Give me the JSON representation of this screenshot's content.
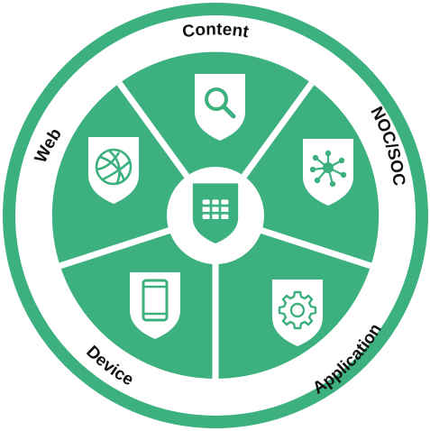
{
  "colors": {
    "green": "#3db07f",
    "dark": "#111111",
    "white": "#ffffff"
  },
  "ring_labels": {
    "top": "Content",
    "right": "NOC/SOC",
    "left": "Web",
    "bottom_left": "Device",
    "bottom_right": "Application"
  },
  "segments": [
    {
      "icon": "magnifier-icon"
    },
    {
      "icon": "network-hub-icon"
    },
    {
      "icon": "gear-icon"
    },
    {
      "icon": "mobile-device-icon"
    },
    {
      "icon": "globe-icon"
    }
  ],
  "center": {
    "icon": "fortinet-logo-icon"
  }
}
